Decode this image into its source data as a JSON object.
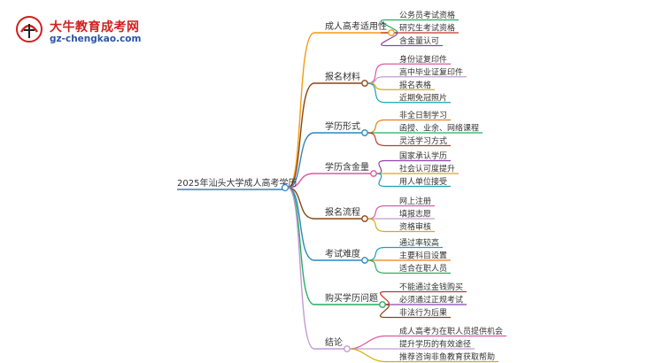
{
  "logo": {
    "badge_text": "大牛",
    "title": "大牛教育成考网",
    "url": "gz-chengkao.com"
  },
  "root": {
    "label": "2025年汕头大学成人高考学历"
  },
  "branches": [
    {
      "label": "成人高考适用性",
      "color": "#f39c12",
      "leaves": [
        {
          "label": "公务员考试资格",
          "color": "#27ae60"
        },
        {
          "label": "研究生考试资格",
          "color": "#c0392b"
        },
        {
          "label": "含金量认可",
          "color": "#8e44ad"
        }
      ]
    },
    {
      "label": "报名材料",
      "color": "#8b4513",
      "leaves": [
        {
          "label": "身份证复印件",
          "color": "#e056a0"
        },
        {
          "label": "高中毕业证复印件",
          "color": "#c39bd3"
        },
        {
          "label": "报名表格",
          "color": "#d4ac0d"
        },
        {
          "label": "近期免冠照片",
          "color": "#17a2b8"
        }
      ]
    },
    {
      "label": "学历形式",
      "color": "#2e86c1",
      "leaves": [
        {
          "label": "非全日制学习",
          "color": "#e67e22"
        },
        {
          "label": "函授、业余、网络课程",
          "color": "#27ae60"
        },
        {
          "label": "灵活学习方式",
          "color": "#c0392b"
        }
      ]
    },
    {
      "label": "学历含金量",
      "color": "#e056a0",
      "leaves": [
        {
          "label": "国家承认学历",
          "color": "#8e44ad"
        },
        {
          "label": "社会认可度提升",
          "color": "#d4ac0d"
        },
        {
          "label": "用人单位接受",
          "color": "#17a2b8"
        }
      ]
    },
    {
      "label": "报名流程",
      "color": "#8b4513",
      "leaves": [
        {
          "label": "网上注册",
          "color": "#e056a0"
        },
        {
          "label": "填报志愿",
          "color": "#c39bd3"
        },
        {
          "label": "资格审核",
          "color": "#d4ac0d"
        }
      ]
    },
    {
      "label": "考试难度",
      "color": "#2e86c1",
      "leaves": [
        {
          "label": "通过率较高",
          "color": "#17a2b8"
        },
        {
          "label": "主要科目设置",
          "color": "#e67e22"
        },
        {
          "label": "适合在职人员",
          "color": "#27ae60"
        }
      ]
    },
    {
      "label": "购买学历问题",
      "color": "#27ae60",
      "leaves": [
        {
          "label": "不能通过金钱购买",
          "color": "#c0392b"
        },
        {
          "label": "必须通过正规考试",
          "color": "#8e44ad"
        },
        {
          "label": "非法行为后果",
          "color": "#8b4513"
        }
      ]
    },
    {
      "label": "结论",
      "color": "#c39bd3",
      "leaves": [
        {
          "label": "成人高考为在职人员提供机会",
          "color": "#e056a0"
        },
        {
          "label": "提升学历的有效途径",
          "color": "#c39bd3"
        },
        {
          "label": "推荐咨询非鱼教育获取帮助",
          "color": "#d4ac0d"
        }
      ]
    }
  ]
}
